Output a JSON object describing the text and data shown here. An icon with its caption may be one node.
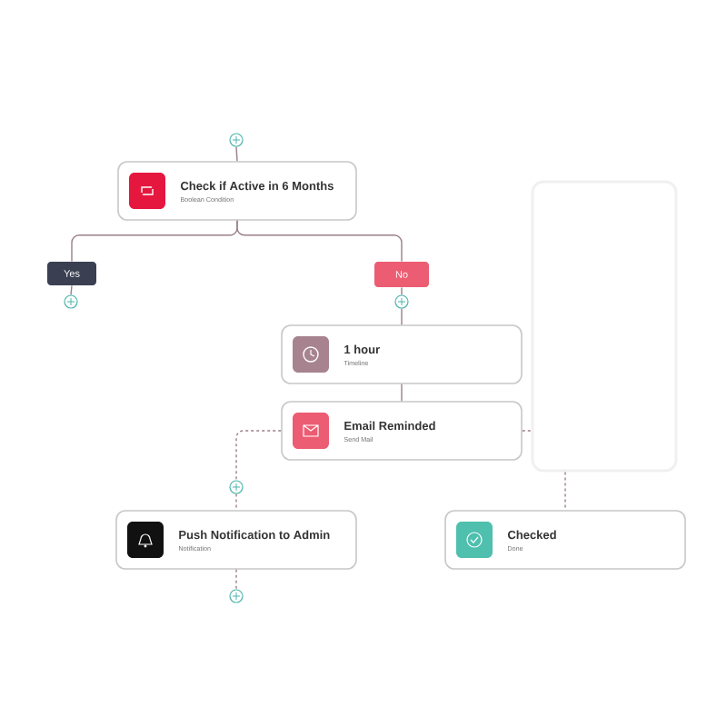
{
  "diagram": {
    "nodes": [
      {
        "text": [],
        "shape": "circle"
      },
      {
        "text": [
          "Check if Active in 6 Months",
          "Boolean Condition"
        ]
      },
      {
        "text": [
          "Yes"
        ]
      },
      {
        "text": [],
        "shape": "circle"
      },
      {
        "text": [
          "No"
        ]
      },
      {
        "text": [],
        "shape": "circle"
      },
      {
        "text": [
          "1 hour",
          "Timeline"
        ]
      },
      {
        "text": [
          "Email Reminded",
          "Send Mail"
        ]
      },
      {
        "text": [],
        "shape": "box"
      },
      {
        "text": [],
        "shape": "circle"
      },
      {
        "text": [
          "Push Notification to Admin",
          "Notification"
        ]
      },
      {
        "text": [
          "Checked",
          "Done"
        ]
      },
      {
        "text": [],
        "shape": "circle"
      }
    ],
    "edges": [
      {
        "from": 0,
        "to": 1,
        "arrow": "none"
      },
      {
        "from": 1,
        "to": 2,
        "arrow": "none"
      },
      {
        "from": 1,
        "to": 4,
        "arrow": "none"
      },
      {
        "from": 2,
        "to": 3,
        "arrow": "none"
      },
      {
        "from": 4,
        "to": 5,
        "arrow": "none"
      },
      {
        "from": 5,
        "to": 6,
        "arrow": "none"
      },
      {
        "from": 6,
        "to": 7,
        "arrow": "none"
      },
      {
        "from": 7,
        "to": 9,
        "arrow": "none",
        "style": "dashed"
      },
      {
        "from": 9,
        "to": 10,
        "arrow": "none",
        "style": "dashed"
      },
      {
        "from": 10,
        "to": 12,
        "arrow": "none",
        "style": "dashed"
      },
      {
        "from": 7,
        "to": 8,
        "arrow": "none",
        "style": "dashed"
      },
      {
        "from": 8,
        "to": 11,
        "arrow": "none",
        "style": "dashed"
      }
    ]
  }
}
